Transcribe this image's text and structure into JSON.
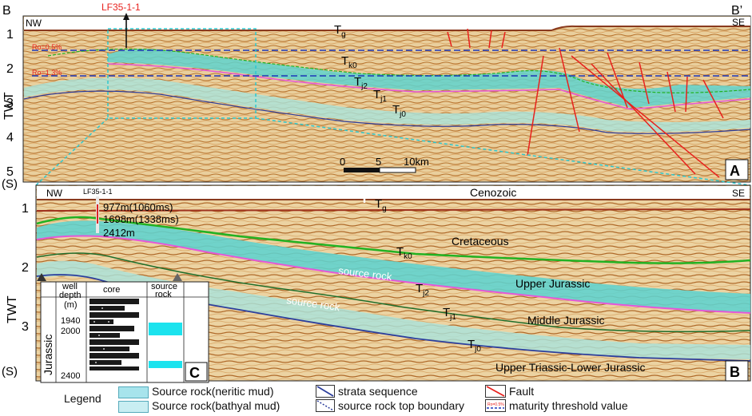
{
  "panel_a": {
    "section_left": "B",
    "section_right": "B’",
    "dir_left": "NW",
    "dir_right": "SE",
    "well": "LF35-1-1",
    "axis_label": "TWT",
    "axis_unit": "(S)",
    "ticks": [
      "1",
      "2",
      "3",
      "4",
      "5"
    ],
    "scale_labels": [
      "0",
      "5",
      "10km"
    ],
    "ro_labels": [
      "Ro=0.5%",
      "Ro=1.3%"
    ],
    "horizons": [
      {
        "main": "T",
        "sub": "g"
      },
      {
        "main": "T",
        "sub": "k0"
      },
      {
        "main": "T",
        "sub": "j2"
      },
      {
        "main": "T",
        "sub": "j1"
      },
      {
        "main": "T",
        "sub": "j0"
      }
    ],
    "panel_letter": "A"
  },
  "panel_b": {
    "dir_left": "NW",
    "dir_right": "SE",
    "well": "LF35-1-1",
    "well_depths": [
      "977m(1060ms)",
      "1698m(1338ms)",
      "2412m"
    ],
    "axis_label": "TWT",
    "axis_unit": "(S)",
    "ticks": [
      "1",
      "2",
      "3"
    ],
    "units": [
      "Cenozoic",
      "Cretaceous",
      "Upper Jurassic",
      "Middle Jurassic",
      "Upper Triassic-Lower Jurassic"
    ],
    "source_rock_labels": [
      "source rock",
      "source rock"
    ],
    "horizons": [
      {
        "main": "T",
        "sub": "g"
      },
      {
        "main": "T",
        "sub": "k0"
      },
      {
        "main": "T",
        "sub": "j2"
      },
      {
        "main": "T",
        "sub": "j1"
      },
      {
        "main": "T",
        "sub": "j0"
      }
    ],
    "panel_letter": "B"
  },
  "inset_c": {
    "col_well": "well",
    "col_depth": "depth",
    "col_unit": "(m)",
    "col_core": "core",
    "col_source1": "source",
    "col_source2": "rock",
    "formation": "Jurassic",
    "depths": [
      "1940",
      "2000",
      "2400"
    ],
    "panel_letter": "C"
  },
  "legend": {
    "title": "Legend",
    "items": [
      "Source rock(neritic mud)",
      "Source rock(bathyal mud)",
      "strata sequence",
      "source rock top  boundary",
      "Fault",
      "maturity threshold value"
    ],
    "mini_label": "Ro=0.5%"
  },
  "colors": {
    "neritic": "#5fd3cf",
    "bathyal": "#a9e3dc",
    "fault": "#e8211d",
    "strata": "#2c3e9c",
    "seismic": "#e7c795",
    "pink": "#e458d8",
    "green": "#22b222"
  }
}
